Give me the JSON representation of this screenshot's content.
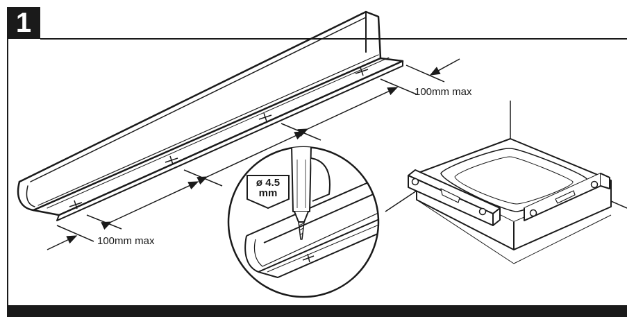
{
  "step": {
    "number": "1"
  },
  "dimensions": {
    "top_spacing_label": "100mm max",
    "bottom_spacing_label": "100mm max"
  },
  "drill_bit": {
    "size_line1": "ø 4.5",
    "size_line2": "mm"
  },
  "colors": {
    "ink": "#1a1a1a",
    "paper": "#ffffff"
  },
  "icons": [
    "drill-icon",
    "spirit-level-icon",
    "dimension-arrow-icon",
    "drill-mark-icon"
  ]
}
